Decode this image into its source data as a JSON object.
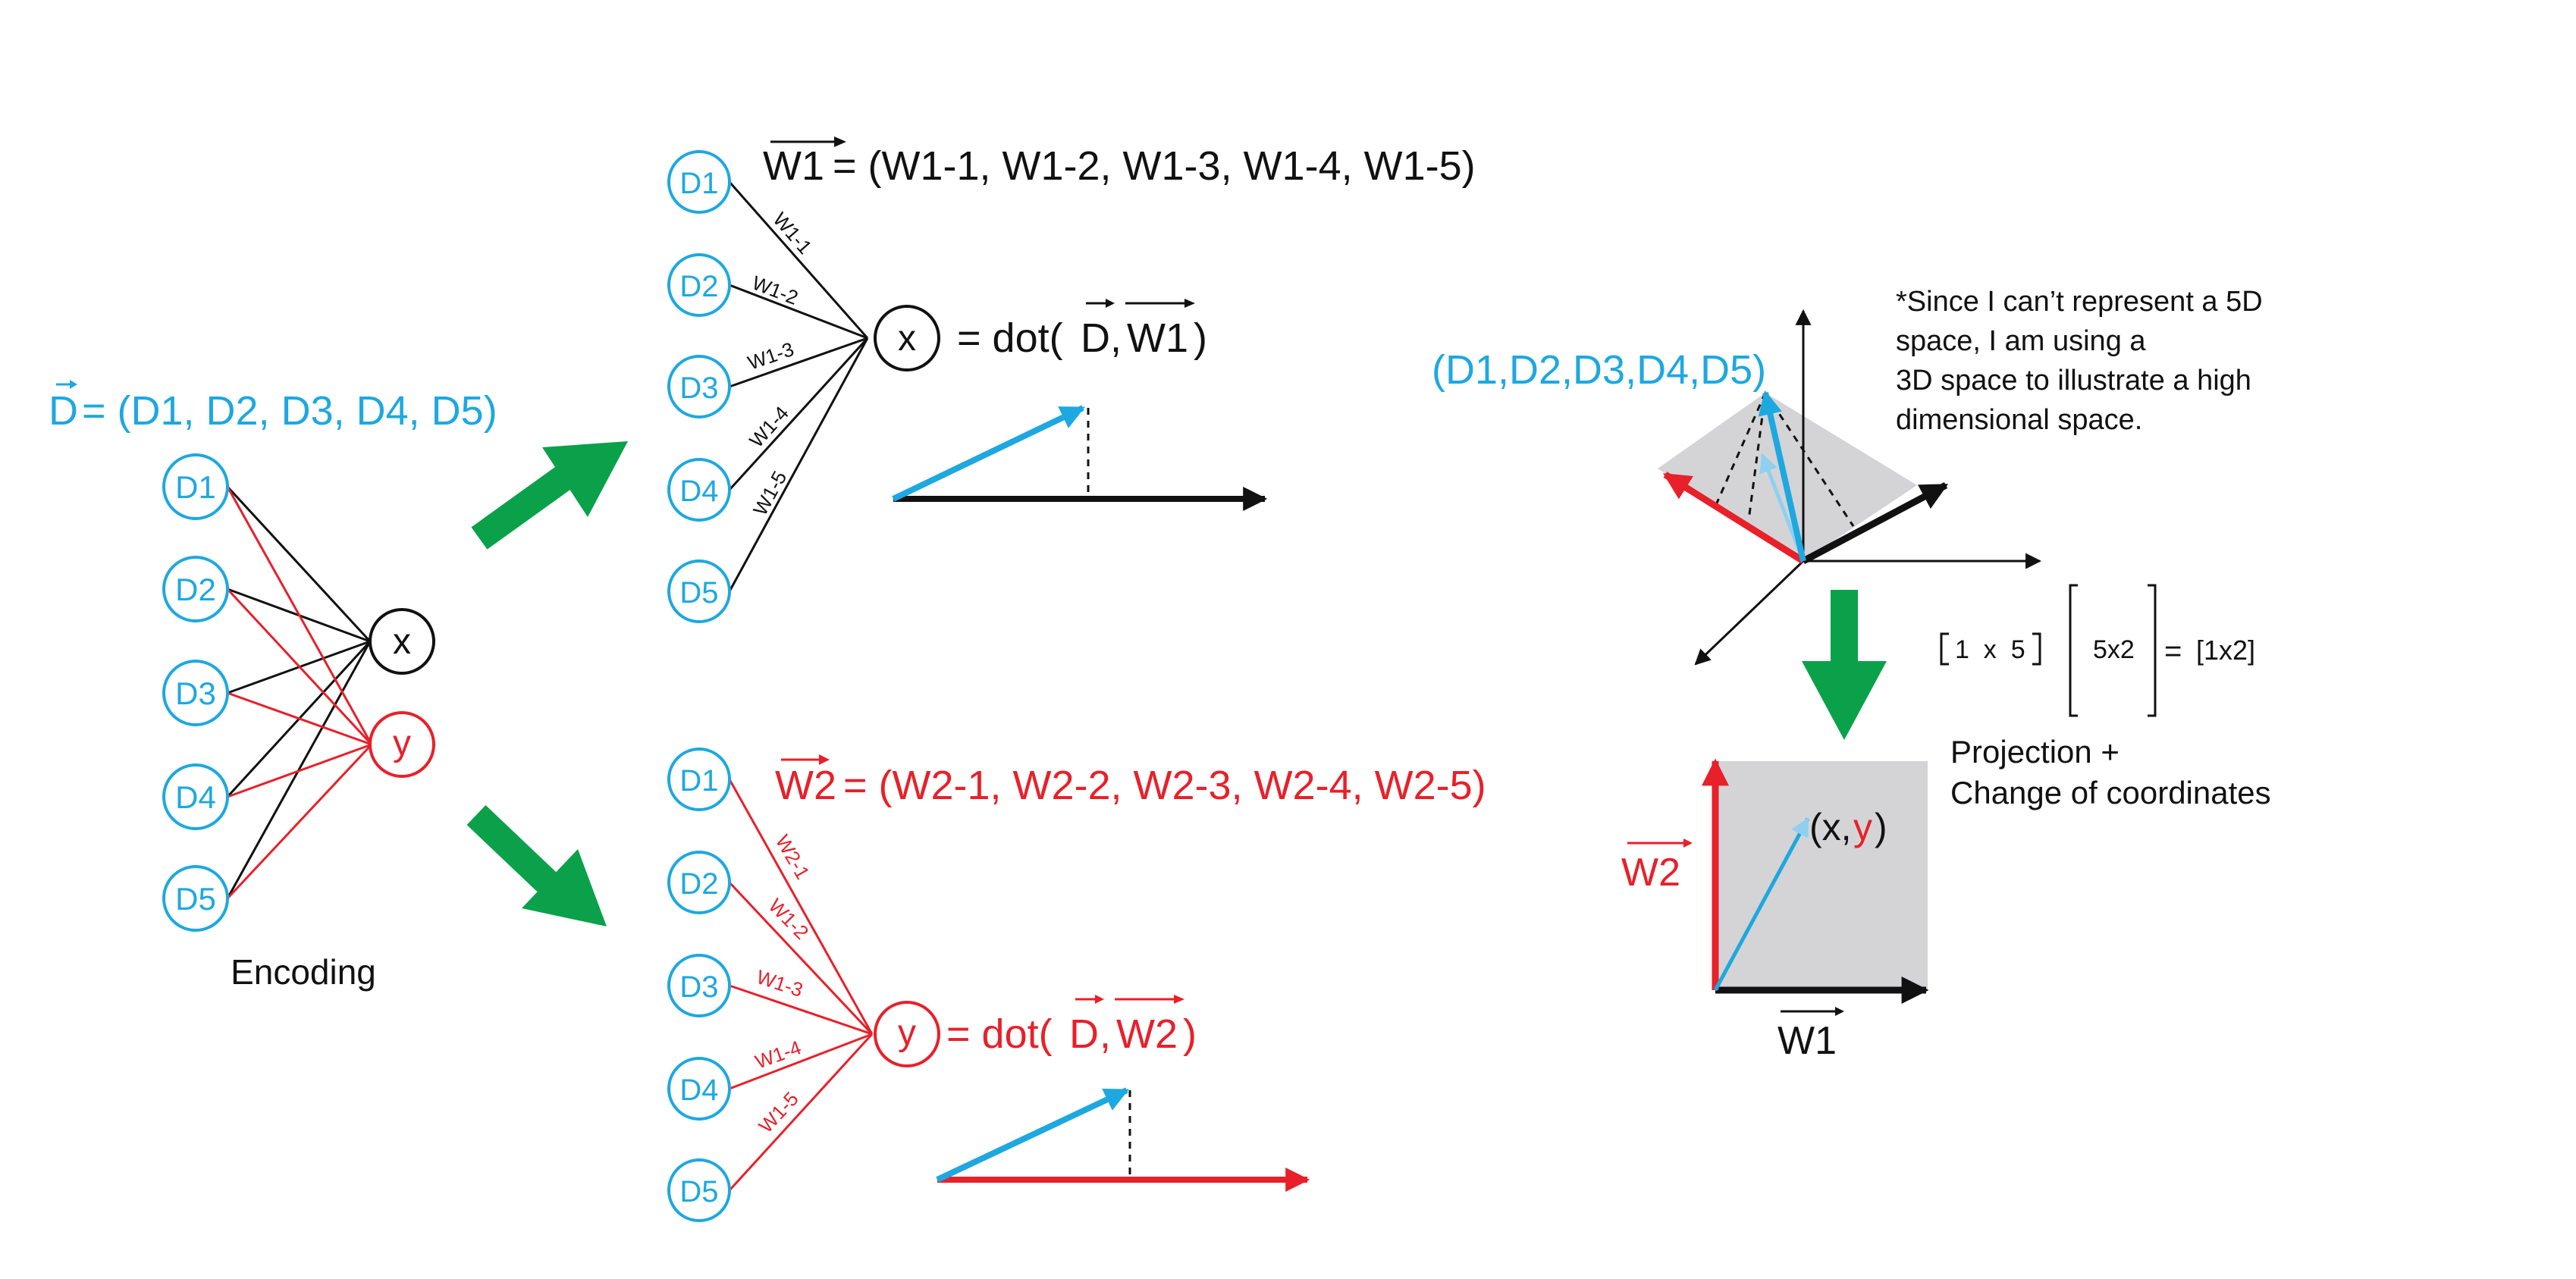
{
  "colors": {
    "blue": "#1ea8e0",
    "red": "#e8202a",
    "green": "#0aa14a",
    "black": "#111111",
    "gray": "#d4d4d6"
  },
  "left": {
    "vector_eq": "= (D1, D2, D3, D4, D5)",
    "vector_sym": "D",
    "input_nodes": [
      "D1",
      "D2",
      "D3",
      "D4",
      "D5"
    ],
    "out_x": "x",
    "out_y": "y",
    "caption": "Encoding"
  },
  "top": {
    "input_nodes": [
      "D1",
      "D2",
      "D3",
      "D4",
      "D5"
    ],
    "weights_sym": "W1",
    "weights_eq": "= (W1-1, W1-2, W1-3, W1-4, W1-5)",
    "edge_labels": [
      "W1-1",
      "W1-2",
      "W1-3",
      "W1-4",
      "W1-5"
    ],
    "out_node": "x",
    "dot_prefix": "= dot(",
    "dot_a": "D",
    "dot_comma": ",",
    "dot_b": "W1",
    "dot_suffix": ")"
  },
  "bottom": {
    "input_nodes": [
      "D1",
      "D2",
      "D3",
      "D4",
      "D5"
    ],
    "weights_sym": "W2",
    "weights_eq": "= (W2-1, W2-2, W2-3, W2-4, W2-5)",
    "edge_labels": [
      "W2-1",
      "W1-2",
      "W1-3",
      "W1-4",
      "W1-5"
    ],
    "out_node": "y",
    "dot_prefix": "= dot(",
    "dot_a": "D",
    "dot_comma": ",",
    "dot_b": "W2",
    "dot_suffix": ")"
  },
  "right": {
    "point_label": "(D1,D2,D3,D4,D5)",
    "note": [
      "*Since I can’t represent a 5D",
      "space, I am using a",
      "3D space to illustrate a high",
      "dimensional space."
    ],
    "matrix_a": "1  x  5",
    "matrix_b": "5x2",
    "matrix_eq": "=",
    "matrix_c": "[1x2]",
    "projection_lines": [
      "Projection +",
      "Change of coordinates"
    ],
    "result_open": "(x,",
    "result_y": "y",
    "result_close": ")",
    "axis_w1": "W1",
    "axis_w2": "W2"
  }
}
